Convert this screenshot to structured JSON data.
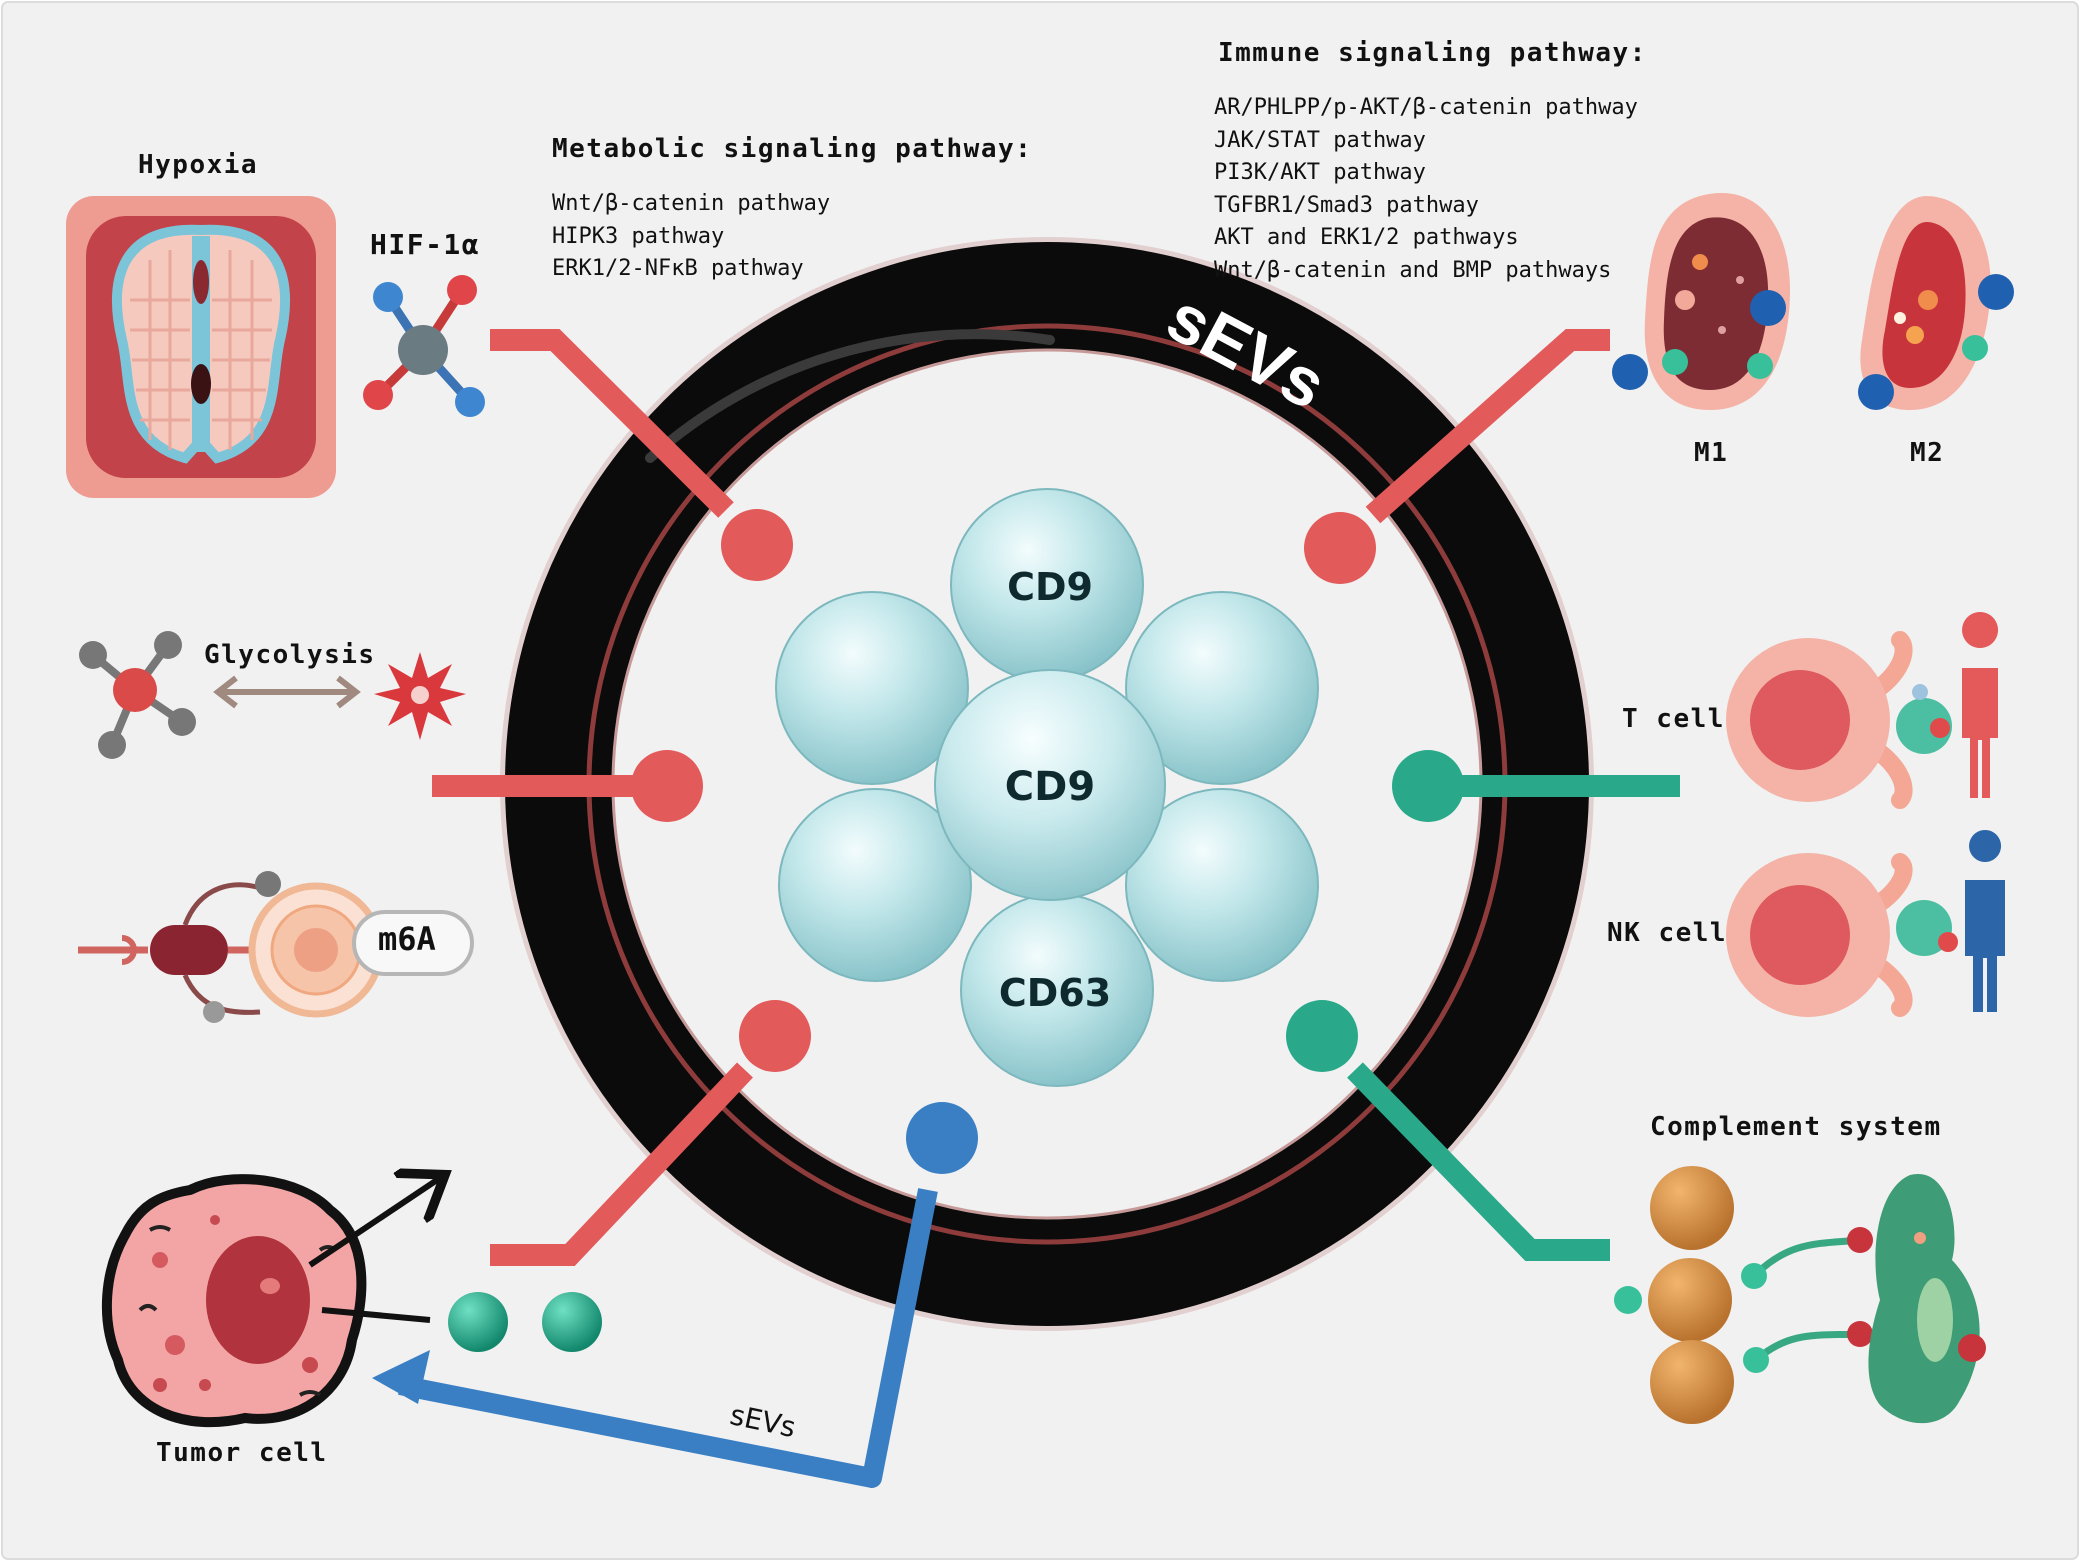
{
  "ring_label": "sEVs",
  "arrow_label": "sEVs",
  "spheres": {
    "top": "CD9",
    "center": "CD9",
    "bottom": "CD63"
  },
  "left": {
    "hypoxia": "Hypoxia",
    "hif": "HIF-1α",
    "glycolysis": "Glycolysis",
    "m6a": "m6A",
    "tumor_cell": "Tumor cell"
  },
  "metabolic": {
    "title": "Metabolic signaling pathway:",
    "items": [
      "Wnt/β-catenin pathway",
      "HIPK3 pathway",
      "ERK1/2-NFκB pathway"
    ]
  },
  "immune": {
    "title": "Immune signaling pathway:",
    "items": [
      "AR/PHLPP/p-AKT/β-catenin pathway",
      "JAK/STAT pathway",
      "PI3K/AKT pathway",
      "TGFBR1/Smad3 pathway",
      "AKT and ERK1/2 pathways",
      "Wnt/β-catenin and BMP pathways"
    ]
  },
  "right": {
    "m1": "M1",
    "m2": "M2",
    "t_cell": "T cell",
    "nk_cell": "NK cell",
    "complement": "Complement system"
  },
  "colors": {
    "ring": "#0b0b0b",
    "ring_inner_line": "#8e3b3b",
    "red_connector": "#e25a5a",
    "teal_connector": "#2aa98a",
    "blue_connector": "#3a7fc4",
    "sphere": "#b9e3e6"
  }
}
